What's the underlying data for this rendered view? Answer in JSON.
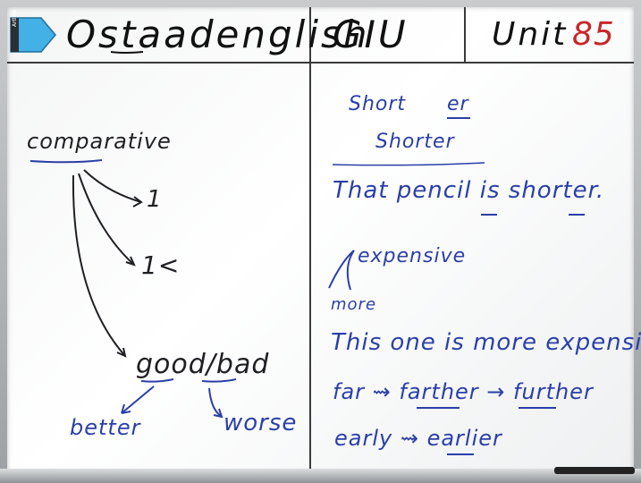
{
  "header": {
    "brand": "Ostaadenglish",
    "school": "GIU",
    "unit_label": "Unit",
    "unit_number": "85"
  },
  "left_panel": {
    "title": "comparative",
    "branch_one": "1",
    "branch_more": "1<",
    "irregular": "good/bad",
    "good_form": "better",
    "bad_form": "worse"
  },
  "right_panel": {
    "rule_short": "Short",
    "rule_suffix": "er",
    "rule_example": "Shorter",
    "sentence_1": "That pencil is shorter.",
    "word_expensive": "expensive",
    "word_more": "more",
    "sentence_2": "This one is more expensive.",
    "far_line": "far ⇝ farther → further",
    "early_line": "early ⇝ earlier"
  },
  "eraser": {
    "label": "Artline"
  },
  "colors": {
    "header_ink": "#111111",
    "black_ink": "#1f1f24",
    "blue_ink": "#2a3fa8",
    "red_ink": "#c8262a",
    "eraser_blue": "#43b0e6"
  }
}
